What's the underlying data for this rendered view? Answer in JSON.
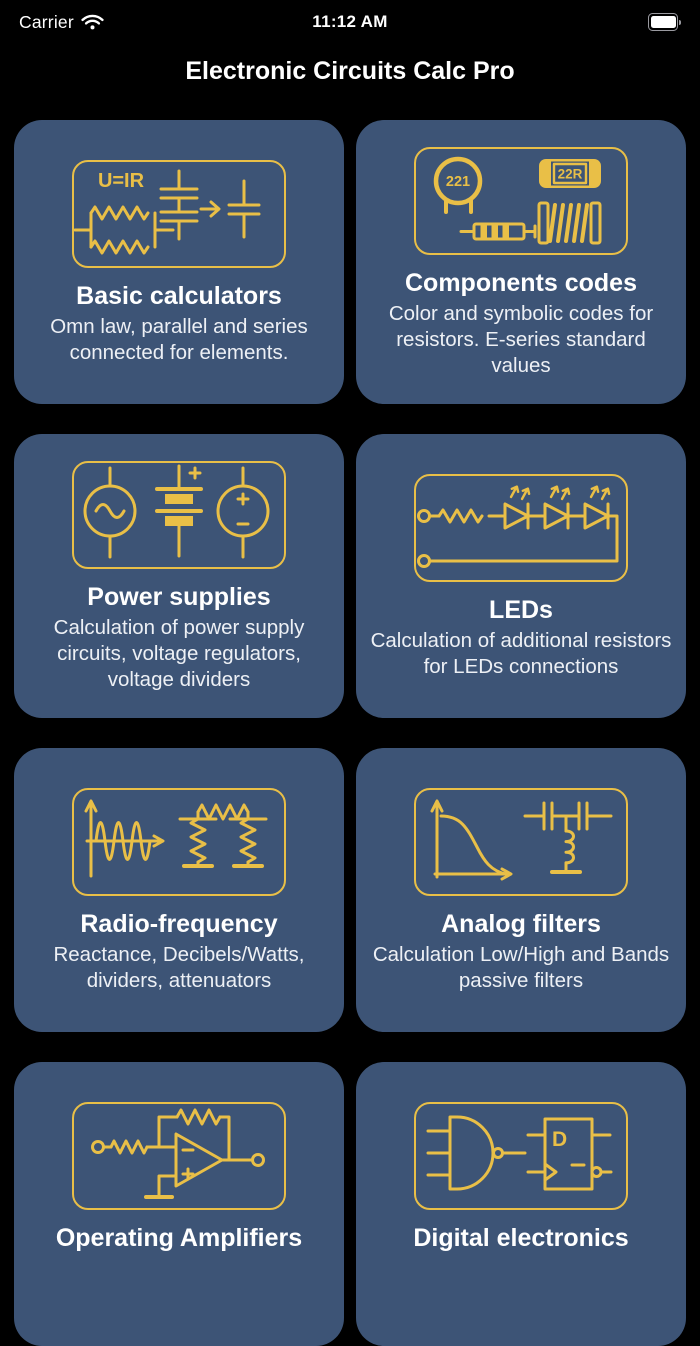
{
  "status_bar": {
    "carrier": "Carrier",
    "time": "11:12 AM"
  },
  "header": {
    "title": "Electronic Circuits Calc Pro"
  },
  "colors": {
    "accent_yellow": "#E9BF47",
    "card_background": "#3D5476",
    "page_background": "#000000",
    "title_text": "#FFFFFF",
    "description_text": "#EDF0F5"
  },
  "cards": [
    {
      "title": "Basic calculators",
      "description": "Omn law, parallel and series connected for elements.",
      "icon": "basic-calculators-icon",
      "formula": "U=IR"
    },
    {
      "title": "Components codes",
      "description": "Color and symbolic codes for resistors. E-series standard values",
      "icon": "components-codes-icon",
      "disc_code": "221",
      "smd_code": "22R"
    },
    {
      "title": "Power supplies",
      "description": "Calculation of power supply circuits, voltage regulators, voltage dividers",
      "icon": "power-supplies-icon"
    },
    {
      "title": "LEDs",
      "description": "Calculation of additional resistors for LEDs connections",
      "icon": "leds-icon"
    },
    {
      "title": "Radio-frequency",
      "description": "Reactance, Decibels/Watts, dividers, attenuators",
      "icon": "radio-frequency-icon"
    },
    {
      "title": "Analog filters",
      "description": "Calculation Low/High and Bands passive filters",
      "icon": "analog-filters-icon"
    },
    {
      "title": "Operating Amplifiers",
      "icon": "operating-amplifiers-icon"
    },
    {
      "title": "Digital electronics",
      "icon": "digital-electronics-icon",
      "dff_label": "D"
    }
  ]
}
